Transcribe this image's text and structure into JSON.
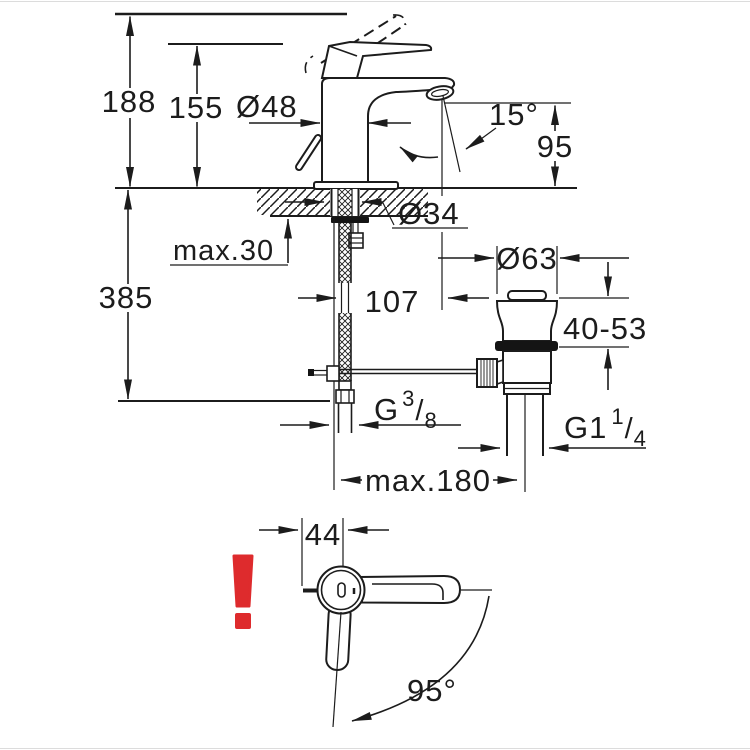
{
  "colors": {
    "line": "#1c1c1c",
    "warning_red": "#de2b2d",
    "background": "#ffffff"
  },
  "side_view": {
    "total_height": "188",
    "body_height": "155",
    "base_diameter": "Ø48",
    "spray_angle": "15°",
    "spout_height": "95",
    "deck_hole_diameter": "Ø34",
    "max_deck_thickness": "max.30",
    "total_depth": "385",
    "spout_reach": "107",
    "waste_flange_diameter": "Ø63",
    "basin_clamp_range": "40-53",
    "supply_thread": {
      "prefix": "G",
      "numerator": "3",
      "slash": "/",
      "denominator": "8"
    },
    "waste_thread": {
      "prefix": "G1",
      "numerator": "1",
      "slash": "/",
      "denominator": "4"
    },
    "max_reach": "max.180"
  },
  "top_view": {
    "rod_offset": "44",
    "handle_swivel_angle": "95°",
    "warning_mark": "!"
  }
}
